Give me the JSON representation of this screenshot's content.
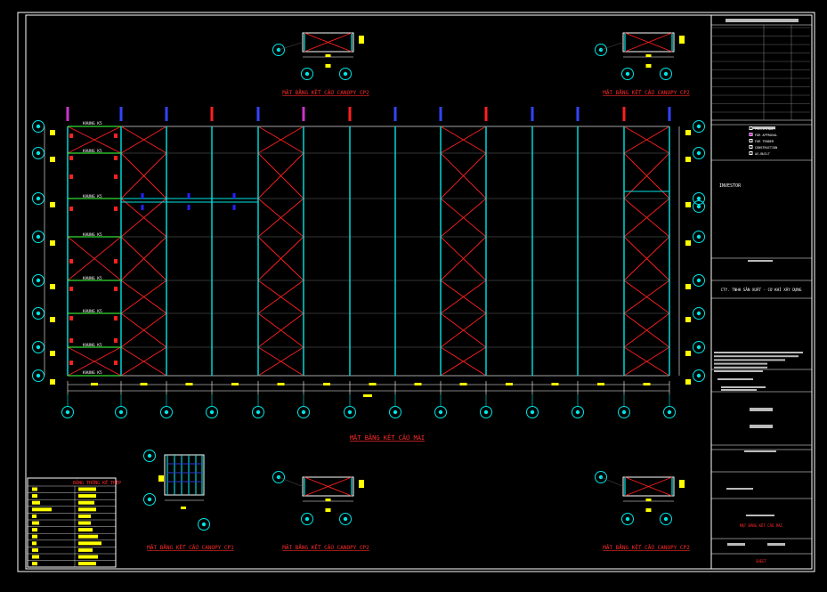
{
  "plan": {
    "main_title": "MẶT BẰNG KẾT CẤU MÁI",
    "canopy_titles": {
      "top_left": "MẶT BẰNG KẾT CẤU CANOPY CP2",
      "top_right": "MẶT BẰNG KẾT CẤU CANOPY CP2",
      "bottom_cp1": "MẶT BẰNG KẾT CẤU CANOPY CP1",
      "bottom_mid": "MẶT BẰNG KẾT CẤU CANOPY CP2",
      "bottom_right": "MẶT BẰNG KẾT CẤU CANOPY CP2"
    },
    "gable_labels": [
      "KHUNG K5",
      "KHUNG K5",
      "KHUNG K5",
      "KHUNG K5",
      "KHUNG K5",
      "KHUNG K5",
      "KHUNG K5",
      "KHUNG K5"
    ],
    "legend_title": "BẢNG THỐNG KÊ THÉP",
    "colors": {
      "background": "#000000",
      "frame": "#ffffff",
      "bracing": "#ff2020",
      "column_line": "#00e5e5",
      "axis": "#00e5e5",
      "gable_beam": "#33dd33",
      "tag": "#ffff00",
      "title": "#ff2a2a"
    }
  },
  "title_block": {
    "status_options": [
      "PRELIMINARY",
      "FOR APPROVAL",
      "FOR TENDER",
      "CONSTRUCTION",
      "AS-BUILT"
    ],
    "investor_label": "INVESTOR",
    "company": "CTY. TNHH SẢN XUẤT - CƠ KHÍ XÂY DỰNG",
    "drawing_title": "MẶT BẰNG KẾT CẤU MÁI",
    "sheet_label": "SHEET"
  }
}
